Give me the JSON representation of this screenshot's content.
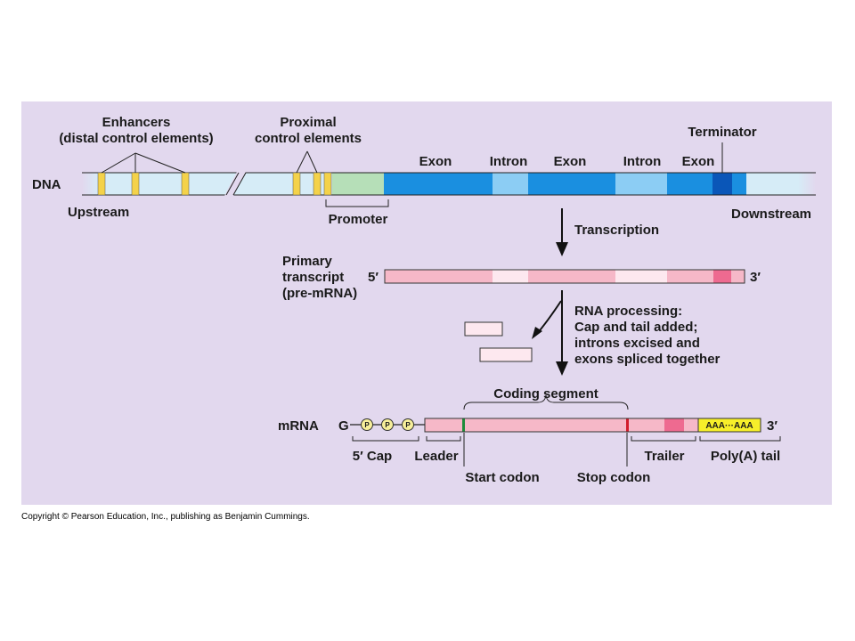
{
  "labels": {
    "enhancers_line1": "Enhancers",
    "enhancers_line2": "(distal control elements)",
    "proximal_line1": "Proximal",
    "proximal_line2": "control elements",
    "terminator": "Terminator",
    "dna": "DNA",
    "exon": "Exon",
    "intron": "Intron",
    "upstream": "Upstream",
    "promoter": "Promoter",
    "downstream": "Downstream",
    "transcription": "Transcription",
    "primary_line1": "Primary",
    "primary_line2": "transcript",
    "primary_line3": "(pre-mRNA)",
    "five_prime": "5′",
    "three_prime": "3′",
    "rna_processing_title": "RNA processing:",
    "rna_processing_line1": "Cap and tail added;",
    "rna_processing_line2": "introns excised and",
    "rna_processing_line3": "exons spliced together",
    "coding_segment": "Coding segment",
    "mrna": "mRNA",
    "g": "G",
    "p": "P",
    "poly_a_seq": "AAA···AAA",
    "five_cap": "5′ Cap",
    "leader": "Leader",
    "start_codon": "Start codon",
    "stop_codon": "Stop codon",
    "trailer": "Trailer",
    "poly_a_tail": "Poly(A) tail"
  },
  "colors": {
    "panel": "#e2d8ee",
    "dna_light": "#d6ecf7",
    "exon": "#1a8fe0",
    "intron": "#8ccdf4",
    "terminator": "#0a56b8",
    "promoter": "#b6dfb8",
    "enhancer": "#f4d24a",
    "rna_exon": "#f6b8c8",
    "rna_intron": "#fde8ef",
    "rna_dark": "#ee6a90",
    "poly_a": "#f7ef2a",
    "start_codon": "#1e8c3a",
    "stop_codon": "#d21c2c"
  },
  "copyright": "Copyright © Pearson Education, Inc., publishing as Benjamin Cummings."
}
